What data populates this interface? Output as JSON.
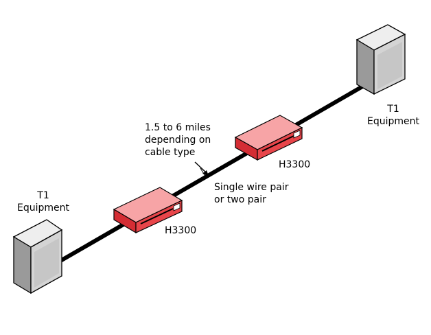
{
  "equipment_left": {
    "line1": "T1",
    "line2": "Equipment"
  },
  "equipment_right": {
    "line1": "T1",
    "line2": "Equipment"
  },
  "unit_left_label": "H3300",
  "unit_right_label": "H3300",
  "distance_note": {
    "line1": "1.5 to 6 miles",
    "line2": "depending on",
    "line3": "cable type"
  },
  "wire_note": {
    "line1": "Single wire pair",
    "line2": "or two pair"
  },
  "colors": {
    "cable": "#000000",
    "unit_red": "#e8454a",
    "unit_light": "#f7a4a6",
    "equipment_gray": "#d4d4d4",
    "outline": "#000000"
  }
}
